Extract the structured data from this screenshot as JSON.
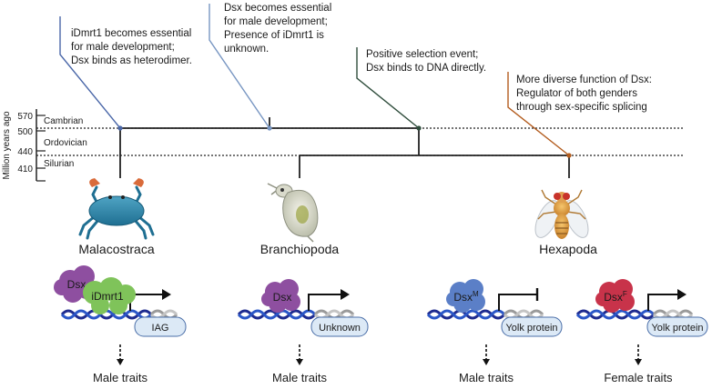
{
  "axis": {
    "label": "Million years ago",
    "ticks": [
      "570",
      "500",
      "440",
      "410"
    ],
    "eras": [
      "Cambrian",
      "Ordovician",
      "Silurian"
    ]
  },
  "events": [
    {
      "lines": [
        "iDmrt1 becomes essential",
        "for male development;",
        "Dsx binds as heterodimer."
      ],
      "color": "#4a67a8"
    },
    {
      "lines": [
        "Dsx becomes essential",
        "for male development;",
        "Presence of iDmrt1 is",
        "unknown."
      ],
      "color": "#7896c2"
    },
    {
      "lines": [
        "Positive selection event;",
        "Dsx binds to DNA directly."
      ],
      "color": "#2f4d3c"
    },
    {
      "lines": [
        "More diverse function of Dsx:",
        "Regulator of both genders",
        "through sex-specific splicing"
      ],
      "color": "#b35c1e"
    }
  ],
  "taxa": [
    "Malacostraca",
    "Branchiopoda",
    "Hexapoda"
  ],
  "models": [
    {
      "proteins": [
        "Dsx",
        "iDmrt1"
      ],
      "gene": "IAG",
      "trait": "Male traits",
      "colors": [
        "#8e4fa0",
        "#7fc35a"
      ],
      "repress": false
    },
    {
      "proteins": [
        "Dsx"
      ],
      "gene": "Unknown",
      "trait": "Male traits",
      "colors": [
        "#8e4fa0"
      ],
      "repress": false
    },
    {
      "proteins": [
        "Dsx"
      ],
      "superscript": "M",
      "gene": "Yolk protein",
      "trait": "Male traits",
      "colors": [
        "#5b7fc7"
      ],
      "repress": true
    },
    {
      "proteins": [
        "Dsx"
      ],
      "superscript": "F",
      "gene": "Yolk protein",
      "trait": "Female traits",
      "colors": [
        "#c8334a"
      ],
      "repress": false
    }
  ]
}
